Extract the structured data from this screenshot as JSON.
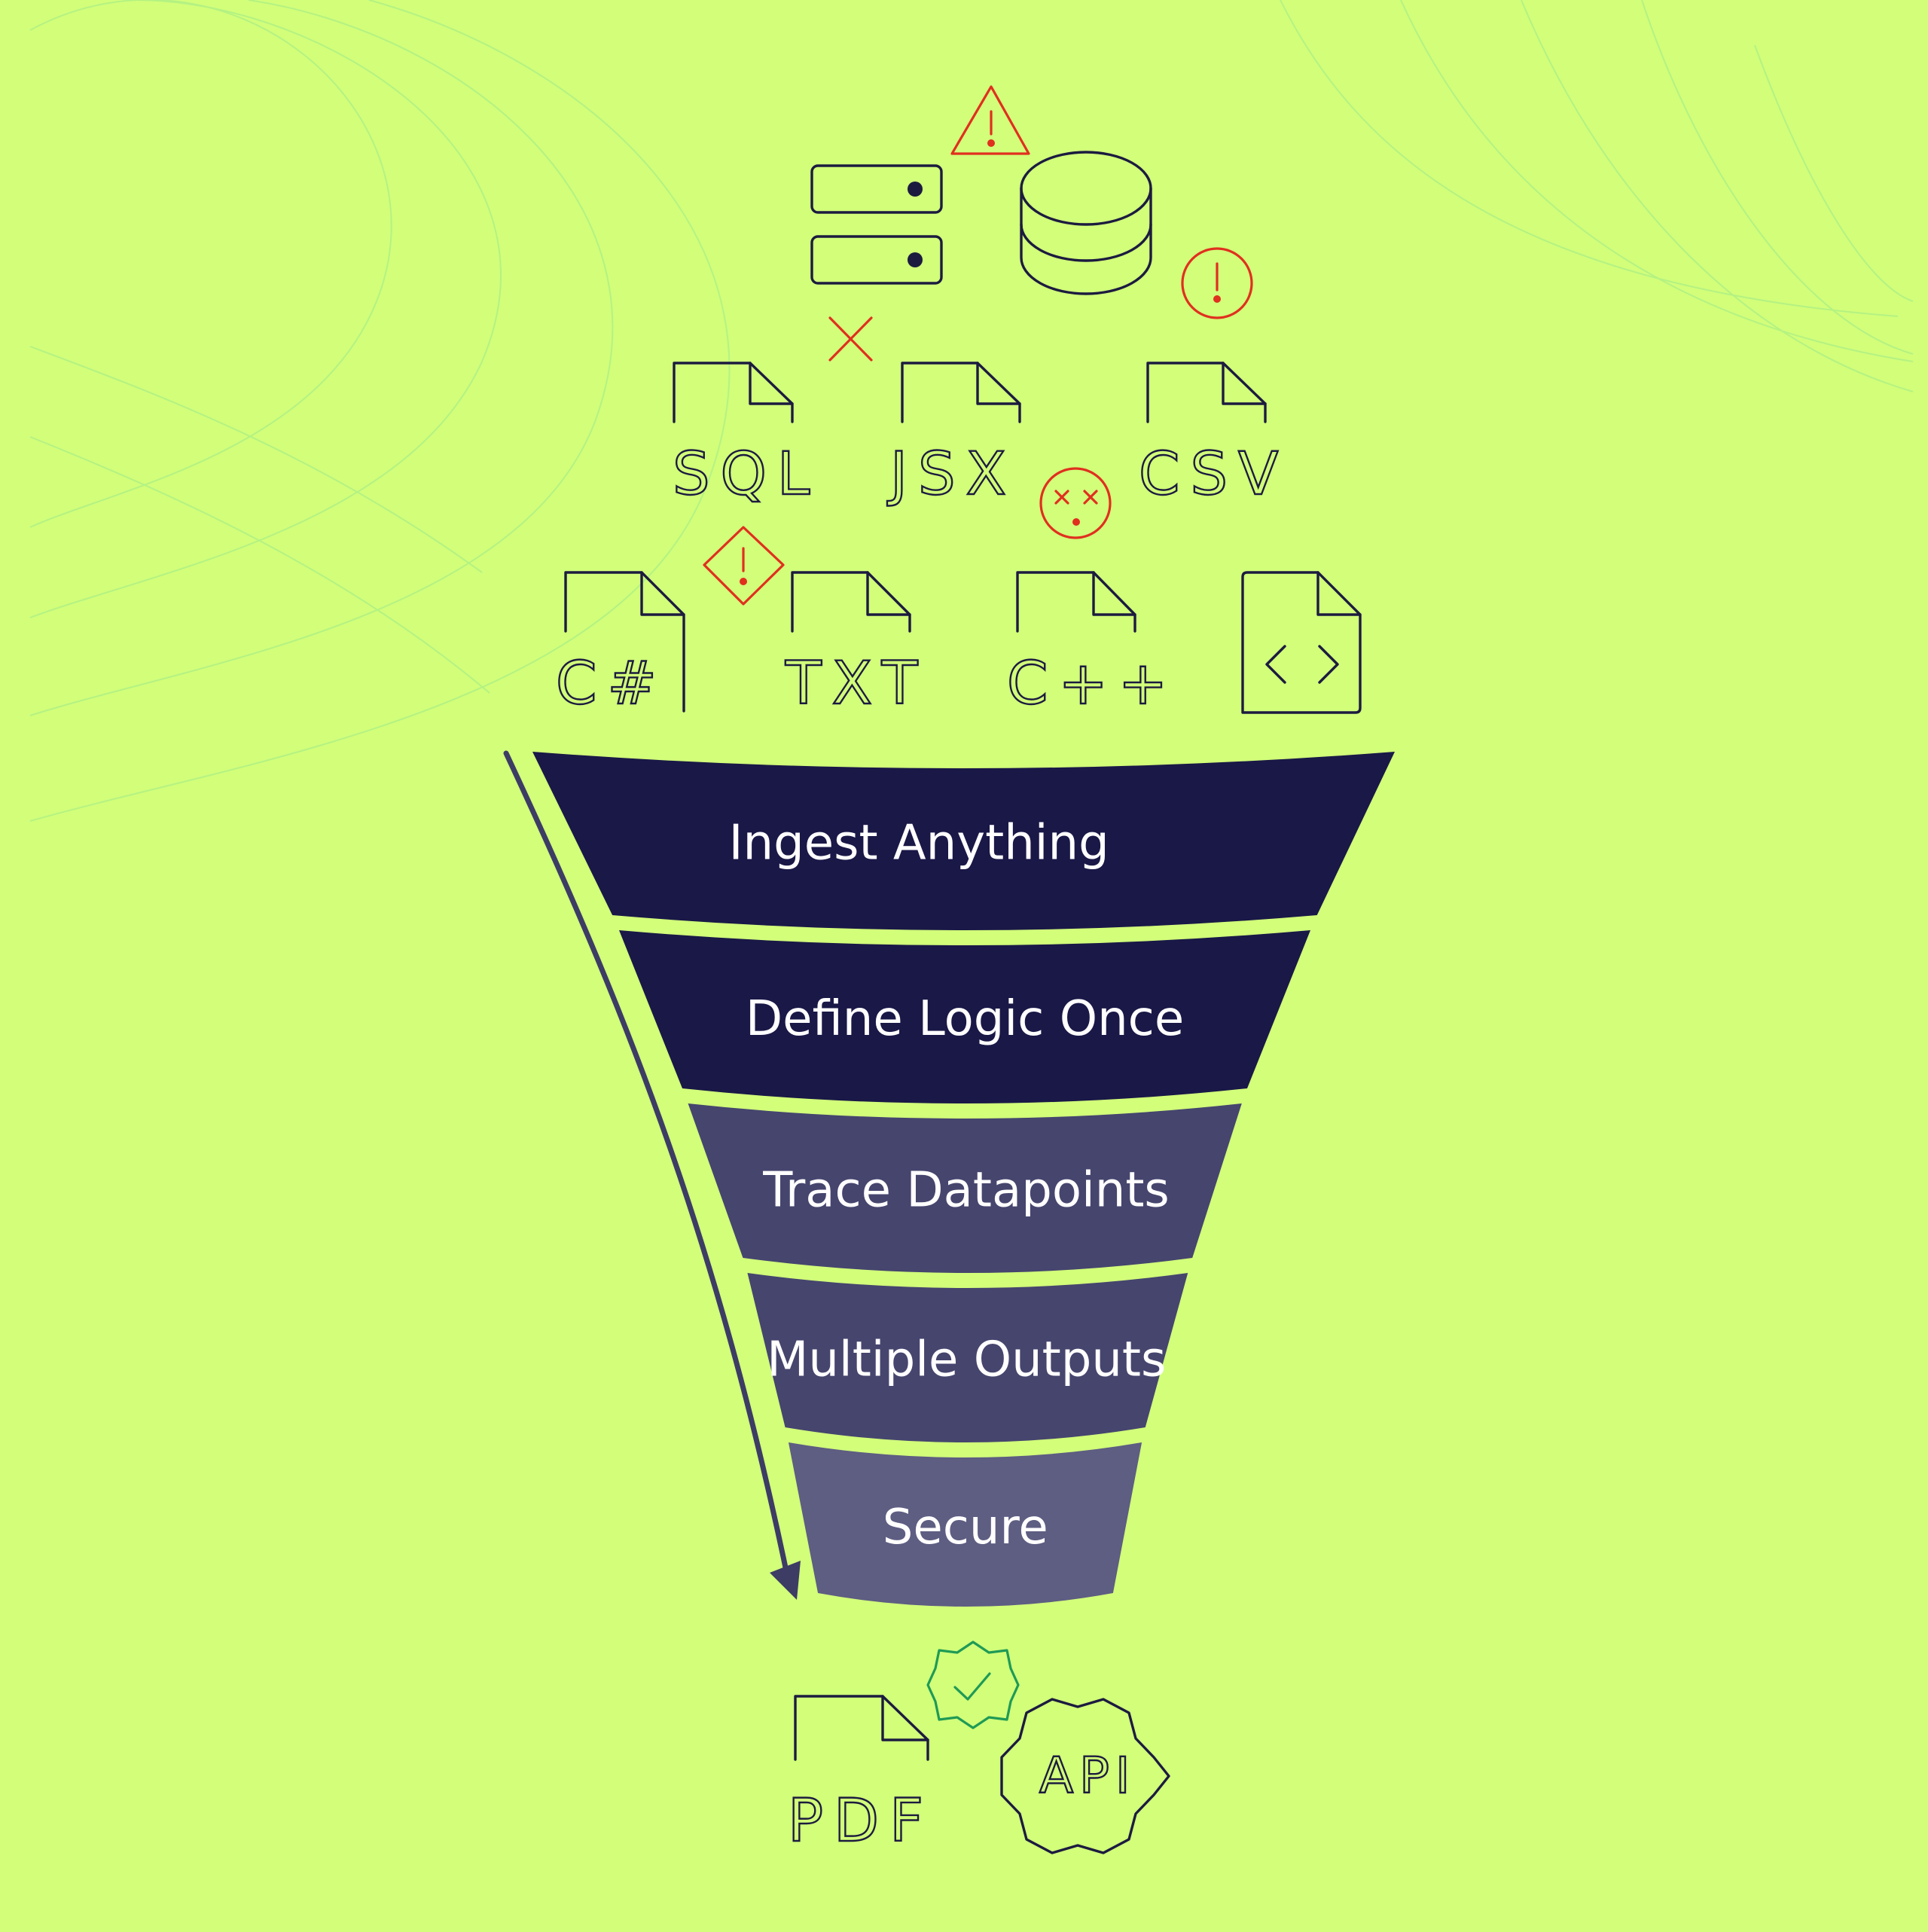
{
  "colors": {
    "background": "#d2fe7a",
    "ink": "#1c1b3f",
    "warning": "#e0301e",
    "success": "#1f9a55",
    "funnel": [
      "#1a1847",
      "#1a1847",
      "#46456e",
      "#46456e",
      "#5e5d82"
    ]
  },
  "inputs": {
    "icons": [
      "server-icon",
      "database-icon"
    ],
    "files": [
      "SQL",
      "JSX",
      "CSV",
      "C#",
      "TXT",
      "C++"
    ],
    "code_file_icon": "code-file-icon",
    "alerts": [
      "warning-triangle-icon",
      "alert-circle-icon",
      "error-x-icon",
      "dead-face-icon",
      "warning-diamond-icon"
    ]
  },
  "funnel": {
    "stages": [
      {
        "label": "Ingest Anything"
      },
      {
        "label": "Define Logic Once"
      },
      {
        "label": "Trace Datapoints"
      },
      {
        "label": "Multiple Outputs"
      },
      {
        "label": "Secure"
      }
    ],
    "arrow_icon": "down-arrow-icon"
  },
  "outputs": {
    "files": [
      "PDF"
    ],
    "api_label": "API",
    "badge_icon": "verified-check-icon"
  }
}
